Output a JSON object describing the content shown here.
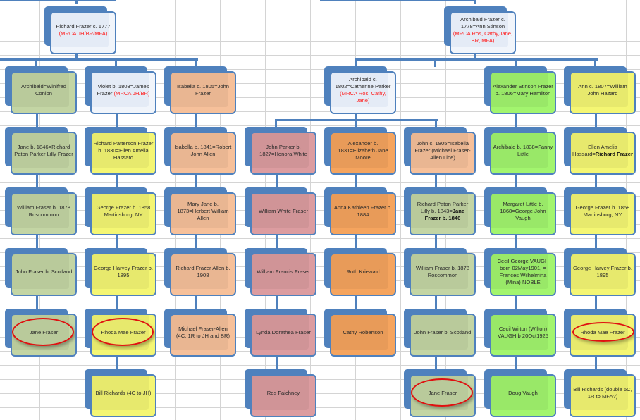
{
  "colors": {
    "border": "#4f81bd",
    "white": "#f1f5fb",
    "sage": "#c3d5a4",
    "yellow": "#f4f673",
    "salmon": "#f6c09a",
    "pink": "#dc9ca0",
    "orange": "#f5a45e",
    "lime": "#a2f56e",
    "highlight": "#e01010",
    "mrca_text": "#ff2020"
  },
  "roots": [
    {
      "text": "Richard Frazer c. 1777 ",
      "red": "(MRCA JH/BR/MFA)",
      "color": "white"
    },
    {
      "text": "Archibald Frazer c. 1778=Ann Stinson ",
      "red": "(MRCA Ros, Cathy,Jane, BR, MFA)",
      "color": "white"
    }
  ],
  "columns": [
    {
      "nodes": [
        {
          "text": "Archibald=Winifred Conlon",
          "color": "sage"
        },
        {
          "text": "Jane b. 1846=Richard Paton Parker Lilly Frazer",
          "color": "sage"
        },
        {
          "text": "William Fraser b. 1878 Roscommon",
          "color": "sage"
        },
        {
          "text": "John Fraser b. Scotland",
          "color": "sage"
        },
        {
          "text": "Jane Fraser",
          "color": "sage",
          "circled": true
        }
      ]
    },
    {
      "nodes": [
        {
          "text": "Violet b. 1803=James Frazer ",
          "red": "(MRCA JH/BR)",
          "color": "white"
        },
        {
          "text": "Richard Patterson Frazer b. 1830=Ellen Amelia Hassard",
          "color": "yellow"
        },
        {
          "text": "George Frazer b. 1858 Martinsburg, NY",
          "color": "yellow"
        },
        {
          "text": "George Harvey Frazer b. 1895",
          "color": "yellow"
        },
        {
          "text": "Rhoda Mae Frazer",
          "color": "yellow",
          "circled": true
        },
        {
          "text": "Bill Richards (4C to JH)",
          "color": "yellow"
        }
      ]
    },
    {
      "nodes": [
        {
          "text": "Isabella c. 1805=John Frazer",
          "color": "salmon"
        },
        {
          "text": "Isabella b. 1841=Robert John Allen",
          "color": "salmon"
        },
        {
          "text": "Mary Jane b. 1873=Herbert William Allen",
          "color": "salmon"
        },
        {
          "text": "Richard Frazer Allen b. 1908",
          "color": "salmon"
        },
        {
          "text": "Michael Fraser-Allen (4C, 1R to JH and BR)",
          "color": "salmon"
        }
      ]
    },
    {
      "nodes": [
        {
          "text": "John Parker b. 1827=Honora White",
          "color": "pink"
        },
        {
          "text": "William White Fraser",
          "color": "pink"
        },
        {
          "text": "William Francis Fraser",
          "color": "pink"
        },
        {
          "text": "Lynda Dorathea Fraser",
          "color": "pink"
        },
        {
          "text": "Ros Faichney",
          "color": "pink"
        }
      ]
    },
    {
      "nodes": [
        {
          "text": "Archibald c. 1802=Catherine Parker ",
          "red": "(MRCA Ros, Cathy, Jane)",
          "color": "white"
        },
        {
          "text": "Alexander b. 1831=Elizabeth Jane Moore",
          "color": "orange"
        },
        {
          "text": "Anna Kathleen Frazer b. 1884",
          "color": "orange"
        },
        {
          "text": "Ruth Kriewald",
          "color": "orange"
        },
        {
          "text": "Cathy Robertson",
          "color": "orange"
        }
      ]
    },
    {
      "nodes": [
        {
          "text": "John c. 1805=Isabella Frazer (Michael Fraser-Allen Line)",
          "color": "salmon"
        },
        {
          "text": "Richard Paton Parker Lilly b. 1843=",
          "bold": "Jane Frazer b. 1846",
          "color": "sage"
        },
        {
          "text": "William Fraser b. 1878 Roscommon",
          "color": "sage"
        },
        {
          "text": "John Fraser b. Scotland",
          "color": "sage"
        },
        {
          "text": "Jane Fraser",
          "color": "sage",
          "circled": true
        }
      ]
    },
    {
      "nodes": [
        {
          "text": "Alexander Stinson Frazer b. 1806=Mary Hamilton",
          "color": "lime"
        },
        {
          "text": "Archibald b. 1838=Fanny Little",
          "color": "lime"
        },
        {
          "text": "Margaret Little b. 1868=George John Vaugh",
          "color": "lime"
        },
        {
          "text": "Cecil George VAUGH born 02May1901, = Frances Wilhelmina (Mina) NOBLE",
          "color": "lime"
        },
        {
          "text": "Cecil Wilton (Wilton) VAUGH b 20Oct1925",
          "color": "lime"
        },
        {
          "text": "Doug Vaugh",
          "color": "lime"
        }
      ]
    },
    {
      "nodes": [
        {
          "text": "Ann c. 1807=William John Hazard",
          "color": "yellow"
        },
        {
          "text": "Ellen Amelia Hassard=",
          "bold": "Richard Frazer",
          "color": "yellow"
        },
        {
          "text": "George Frazer b. 1858 Martinsburg, NY",
          "color": "yellow"
        },
        {
          "text": "George Harvey Frazer b. 1895",
          "color": "yellow"
        },
        {
          "text": "Rhoda Mae Frazer",
          "color": "yellow",
          "circled": true,
          "small": true
        },
        {
          "text": "Bill Richards (double 5C, 1R to MFA?)",
          "color": "yellow"
        }
      ]
    }
  ]
}
